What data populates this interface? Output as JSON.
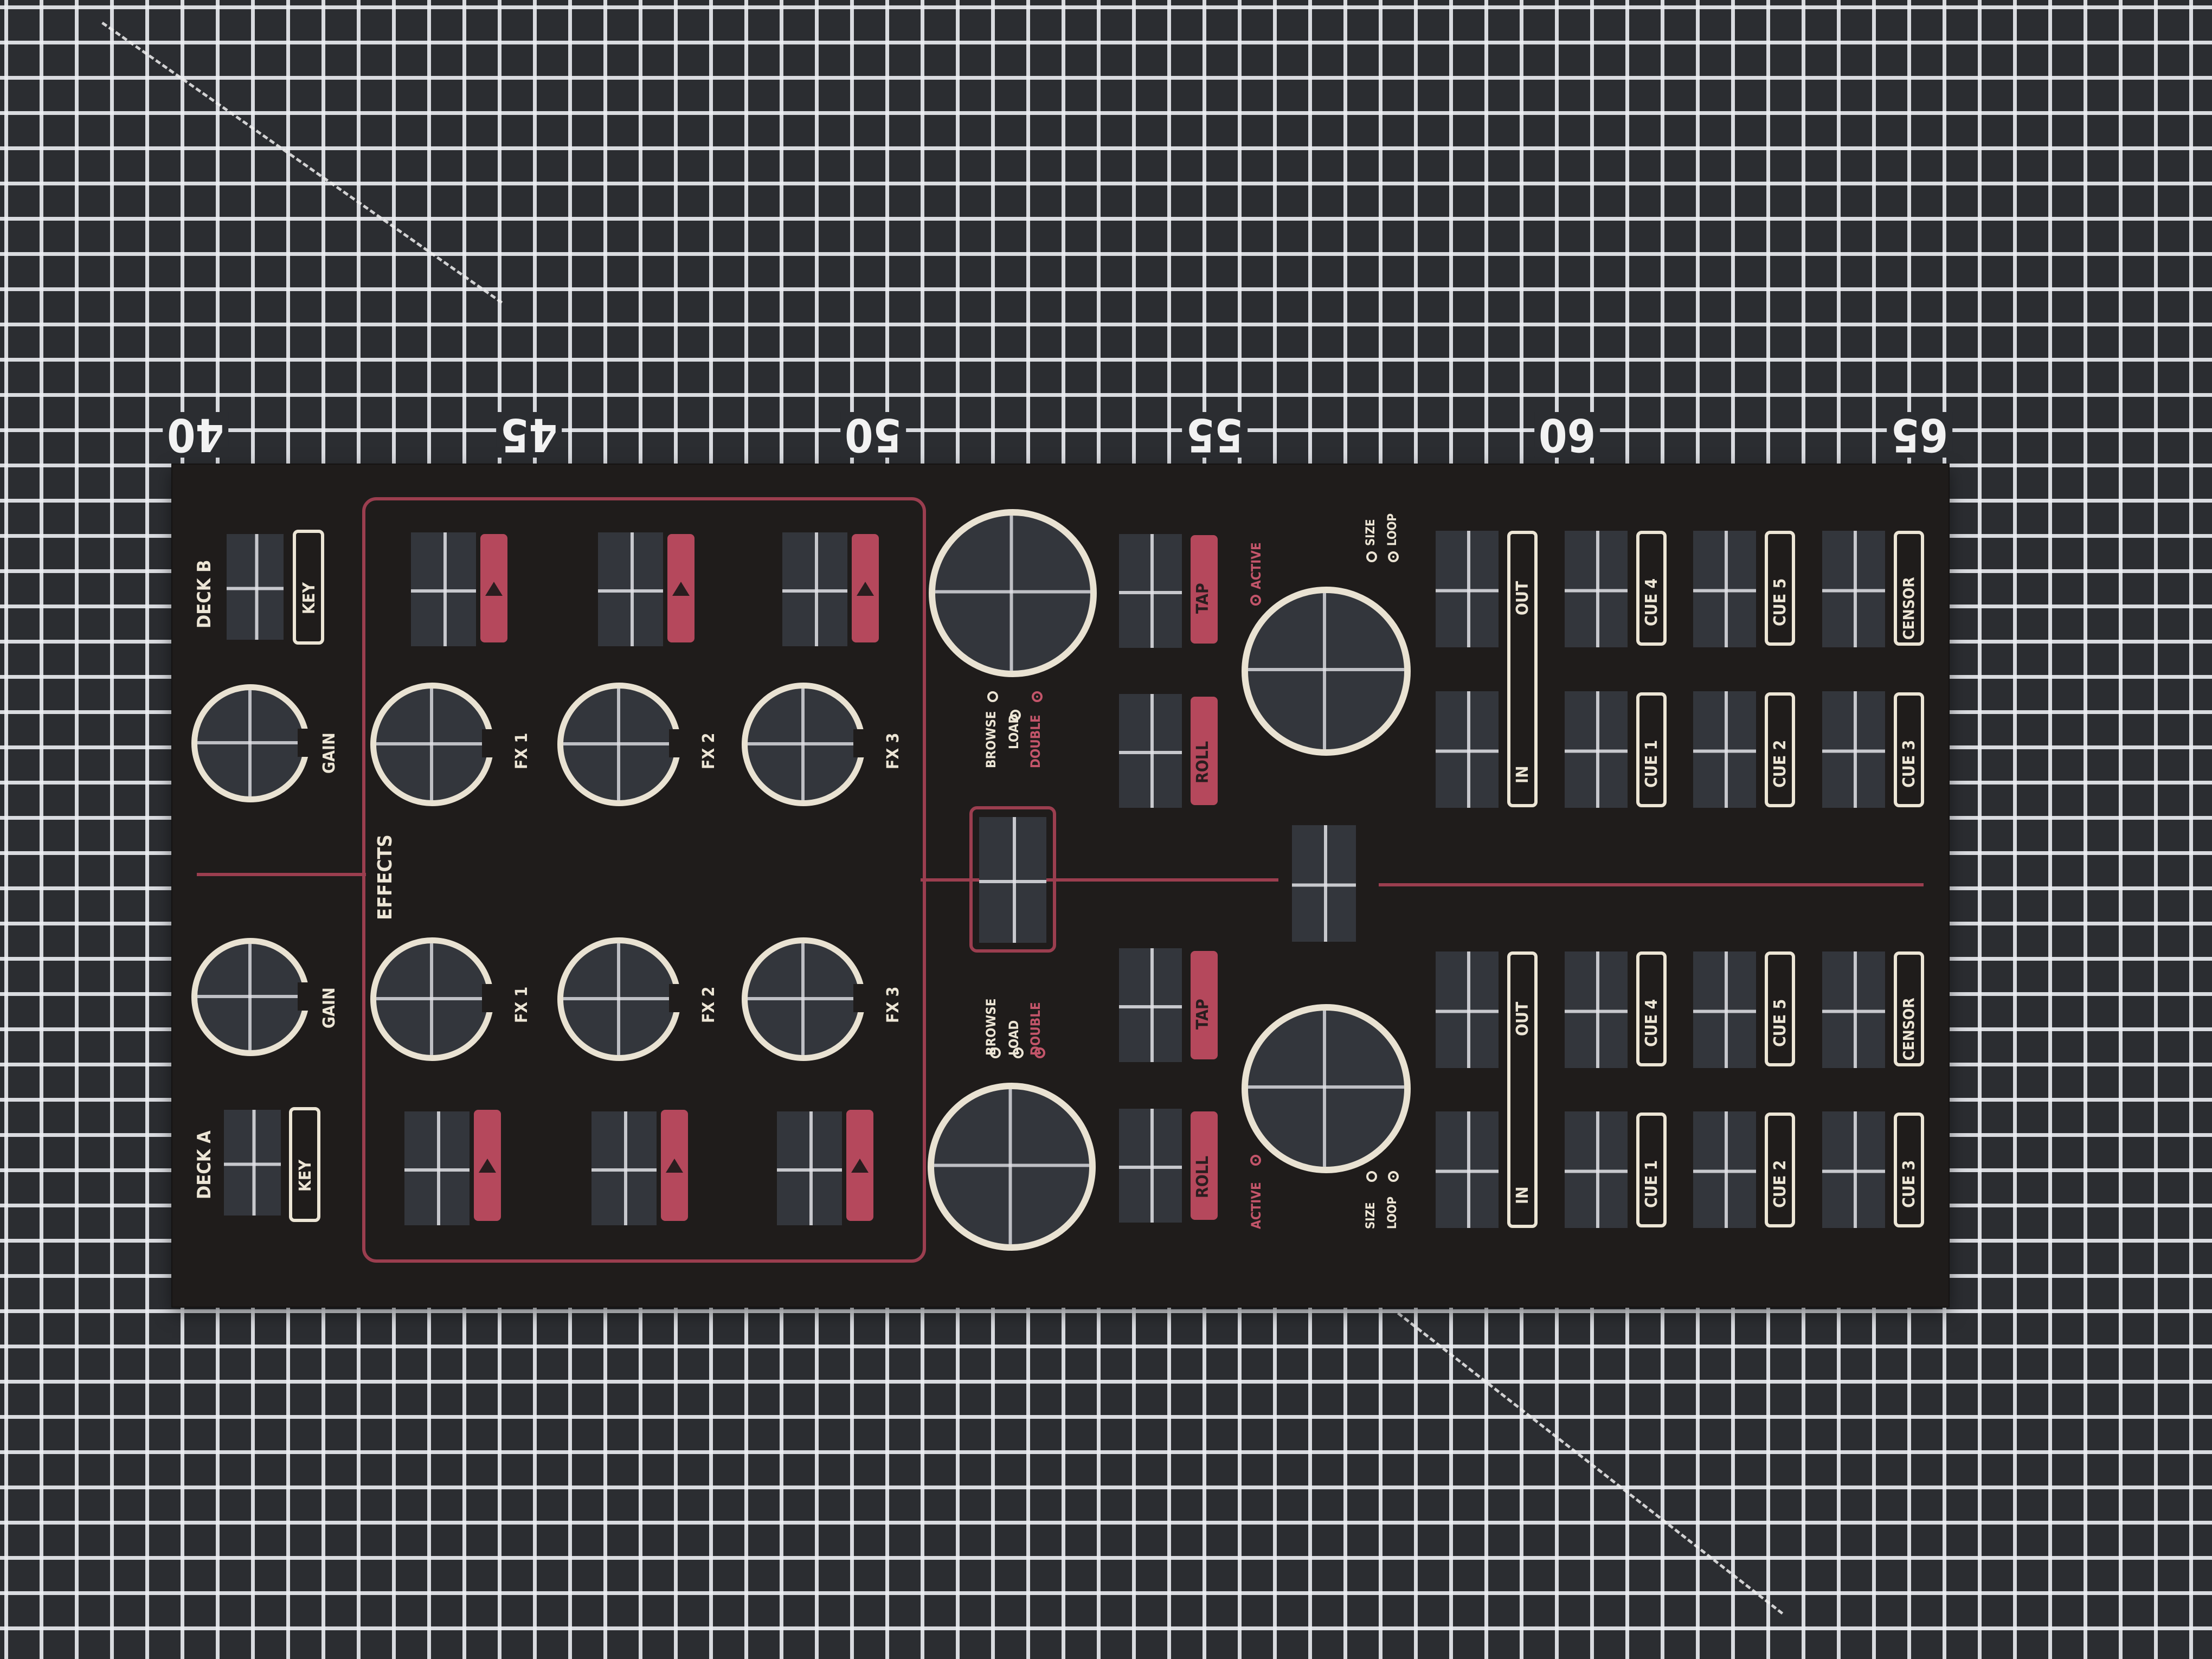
{
  "ruler": [
    "40",
    "45",
    "50",
    "55",
    "60",
    "65"
  ],
  "deck_b": {
    "label": "DECK B",
    "key": "KEY",
    "gain": "GAIN"
  },
  "deck_a": {
    "label": "DECK A",
    "key": "KEY",
    "gain": "GAIN"
  },
  "effects_label": "EFFECTS",
  "fx_upper": [
    "FX 1",
    "FX 2",
    "FX 3"
  ],
  "fx_lower": [
    "FX 1",
    "FX 2",
    "FX 3"
  ],
  "browse_upper": {
    "browse": "BROWSE",
    "load": "LOAD",
    "double": "DOUBLE"
  },
  "browse_lower": {
    "browse": "BROWSE",
    "load": "LOAD",
    "double": "DOUBLE"
  },
  "tap_label": "TAP",
  "roll_label": "ROLL",
  "active_label": "ACTIVE",
  "size_label": "SIZE",
  "loop_label": "LOOP",
  "hotcues_upper": {
    "out": "OUT",
    "in": "IN",
    "top": [
      "CUE 4",
      "CUE 5",
      "CENSOR"
    ],
    "bottom": [
      "CUE 1",
      "CUE 2",
      "CUE 3"
    ]
  },
  "hotcues_lower": {
    "out": "OUT",
    "in": "IN",
    "top": [
      "CUE 4",
      "CUE 5",
      "CENSOR"
    ],
    "bottom": [
      "CUE 1",
      "CUE 2",
      "CUE 3"
    ]
  },
  "colors": {
    "panel": "#1f1c1b",
    "accent_red": "#b5485c",
    "print_cream": "#ece5d5",
    "mat": "#2b2d31"
  }
}
